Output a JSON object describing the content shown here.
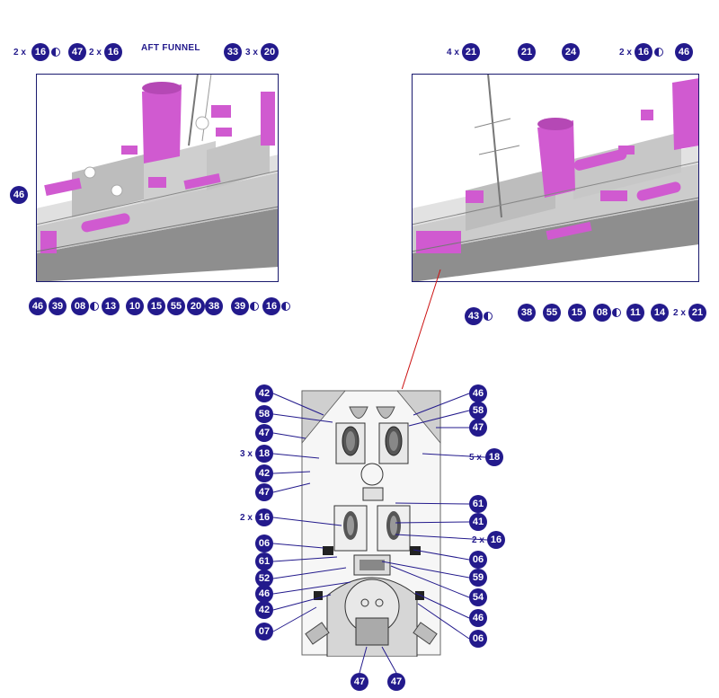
{
  "colors": {
    "callout": "#231a8c",
    "part_highlight": "#d05ad0",
    "hull_grey": "#9a9a9a",
    "deck_light": "#d8d8d8",
    "leader_red": "#cc1111"
  },
  "aft_view": {
    "title": "AFT FUNNEL",
    "top_callouts": [
      {
        "qty": "2 x",
        "num": "16",
        "half": true
      },
      {
        "qty": "",
        "num": "47",
        "half": false
      },
      {
        "qty": "2 x",
        "num": "16",
        "half": false
      },
      {
        "qty": "",
        "num": "33",
        "half": false
      },
      {
        "qty": "3 x",
        "num": "20",
        "half": false
      }
    ],
    "left_callouts": [
      {
        "num": "46"
      }
    ],
    "bottom_callouts": [
      {
        "num": "46",
        "half": false
      },
      {
        "num": "39",
        "half": false
      },
      {
        "num": "08",
        "half": true
      },
      {
        "num": "13",
        "half": false
      },
      {
        "num": "10",
        "half": false
      },
      {
        "num": "15",
        "half": false
      },
      {
        "num": "55",
        "half": false
      },
      {
        "num": "20",
        "half": false
      },
      {
        "num": "38",
        "half": false
      },
      {
        "num": "39",
        "half": true
      },
      {
        "num": "16",
        "half": true
      }
    ]
  },
  "fore_view": {
    "top_callouts": [
      {
        "qty": "4 x",
        "num": "21",
        "half": false
      },
      {
        "qty": "",
        "num": "21",
        "half": false
      },
      {
        "qty": "",
        "num": "24",
        "half": false
      },
      {
        "qty": "2 x",
        "num": "16",
        "half": true
      },
      {
        "qty": "",
        "num": "46",
        "half": false
      }
    ],
    "bottom_callouts": [
      {
        "qty": "",
        "num": "43",
        "half": true
      },
      {
        "qty": "",
        "num": "38",
        "half": false
      },
      {
        "qty": "",
        "num": "55",
        "half": false
      },
      {
        "qty": "",
        "num": "15",
        "half": false
      },
      {
        "qty": "",
        "num": "08",
        "half": true
      },
      {
        "qty": "",
        "num": "11",
        "half": false
      },
      {
        "qty": "",
        "num": "14",
        "half": false
      },
      {
        "qty": "2 x",
        "num": "21",
        "half": false
      }
    ]
  },
  "plan_view": {
    "left_callouts": [
      {
        "qty": "",
        "num": "42"
      },
      {
        "qty": "",
        "num": "58"
      },
      {
        "qty": "",
        "num": "47"
      },
      {
        "qty": "3 x",
        "num": "18"
      },
      {
        "qty": "",
        "num": "42"
      },
      {
        "qty": "",
        "num": "47"
      },
      {
        "qty": "2 x",
        "num": "16"
      },
      {
        "qty": "",
        "num": "06"
      },
      {
        "qty": "",
        "num": "61"
      },
      {
        "qty": "",
        "num": "52"
      },
      {
        "qty": "",
        "num": "46"
      },
      {
        "qty": "",
        "num": "42"
      },
      {
        "qty": "",
        "num": "07"
      }
    ],
    "right_callouts": [
      {
        "qty": "",
        "num": "46"
      },
      {
        "qty": "",
        "num": "58"
      },
      {
        "qty": "",
        "num": "47"
      },
      {
        "qty": "5 x",
        "num": "18"
      },
      {
        "qty": "",
        "num": "61"
      },
      {
        "qty": "",
        "num": "41"
      },
      {
        "qty": "2 x",
        "num": "16"
      },
      {
        "qty": "",
        "num": "06"
      },
      {
        "qty": "",
        "num": "59"
      },
      {
        "qty": "",
        "num": "54"
      },
      {
        "qty": "",
        "num": "46"
      },
      {
        "qty": "",
        "num": "06"
      }
    ],
    "bottom_callouts": [
      {
        "num": "47"
      },
      {
        "num": "47"
      }
    ]
  }
}
